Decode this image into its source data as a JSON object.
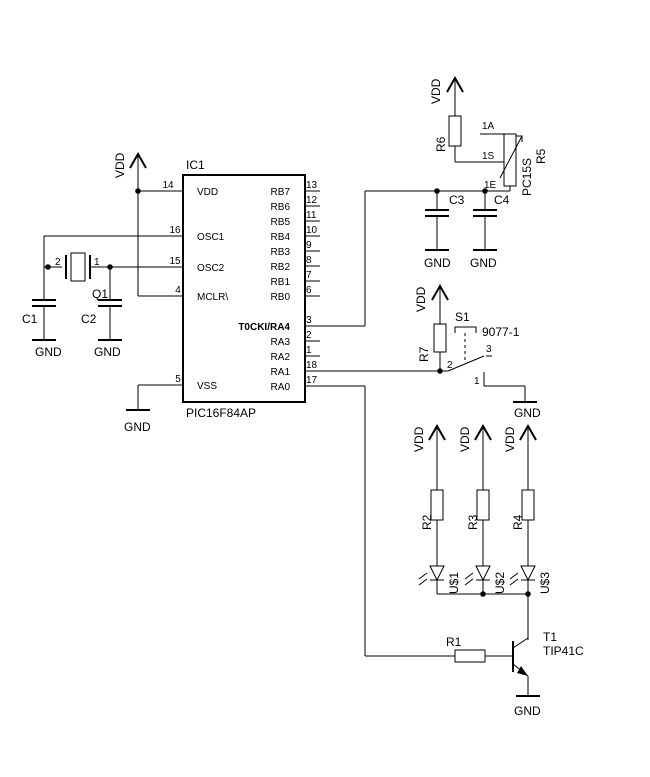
{
  "ic": {
    "ref": "IC1",
    "part": "PIC16F84AP",
    "left_pins": [
      {
        "num": "14",
        "name": "VDD"
      },
      {
        "num": "16",
        "name": "OSC1"
      },
      {
        "num": "15",
        "name": "OSC2"
      },
      {
        "num": "4",
        "name": "MCLR\\"
      },
      {
        "num": "5",
        "name": "VSS"
      }
    ],
    "right_pins": [
      {
        "num": "13",
        "name": "RB7"
      },
      {
        "num": "12",
        "name": "RB6"
      },
      {
        "num": "11",
        "name": "RB5"
      },
      {
        "num": "10",
        "name": "RB4"
      },
      {
        "num": "9",
        "name": "RB3"
      },
      {
        "num": "8",
        "name": "RB2"
      },
      {
        "num": "7",
        "name": "RB1"
      },
      {
        "num": "6",
        "name": "RB0"
      },
      {
        "num": "3",
        "name": "T0CKI/RA4"
      },
      {
        "num": "2",
        "name": "RA3"
      },
      {
        "num": "1",
        "name": "RA2"
      },
      {
        "num": "18",
        "name": "RA1"
      },
      {
        "num": "17",
        "name": "RA0"
      }
    ]
  },
  "labels": {
    "vdd": "VDD",
    "gnd": "GND"
  },
  "components": {
    "crystal": {
      "ref": "Q1",
      "pin_a": "2",
      "pin_b": "1"
    },
    "c1": "C1",
    "c2": "C2",
    "c3": "C3",
    "c4": "C4",
    "r1": "R1",
    "r2": "R2",
    "r3": "R3",
    "r4": "R4",
    "r6": "R6",
    "r7": "R7",
    "r5": {
      "ref": "R5",
      "part": "PC15S",
      "pin_1a": "1A",
      "pin_1s": "1S",
      "pin_1e": "1E"
    },
    "switch": {
      "ref": "S1",
      "part": "9077-1",
      "pin_2": "2",
      "pin_3": "3",
      "pin_1": "1"
    },
    "led1": "U$1",
    "led2": "U$2",
    "led3": "U$3",
    "transistor": {
      "ref": "T1",
      "part": "TIP41C"
    }
  }
}
